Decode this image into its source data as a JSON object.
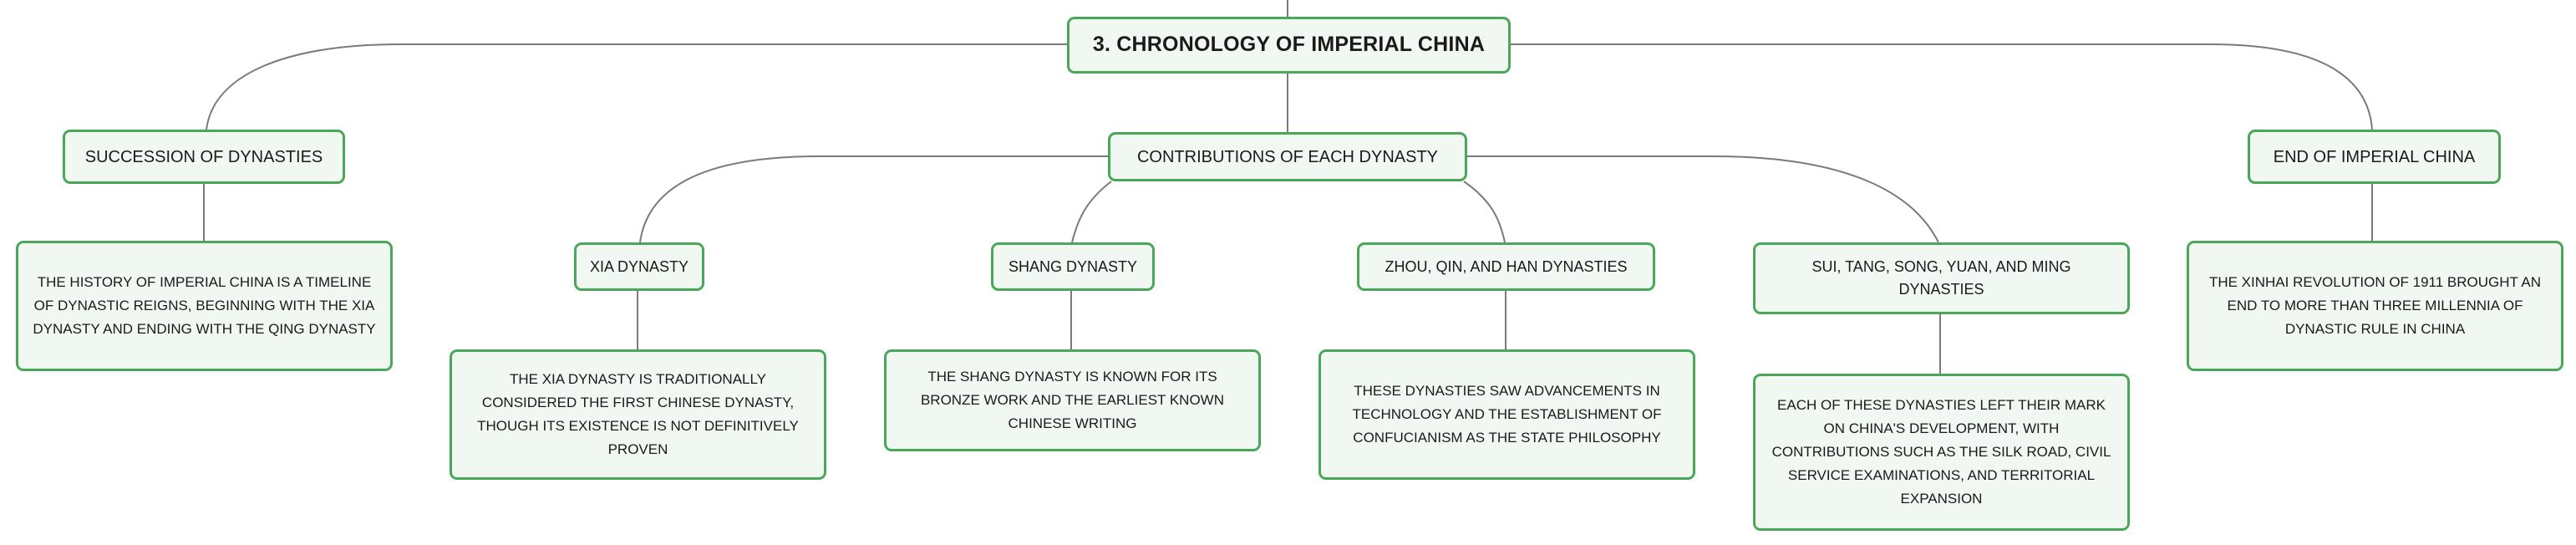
{
  "map": {
    "root": {
      "title": "3. CHRONOLOGY OF IMPERIAL CHINA"
    },
    "succession": {
      "title": "SUCCESSION OF DYNASTIES",
      "description": "THE HISTORY OF IMPERIAL CHINA IS A TIMELINE OF DYNASTIC REIGNS, BEGINNING WITH THE XIA DYNASTY AND ENDING WITH THE QING DYNASTY"
    },
    "contributions": {
      "title": "CONTRIBUTIONS OF EACH DYNASTY",
      "children": [
        {
          "title": "XIA DYNASTY",
          "description": "THE XIA DYNASTY IS TRADITIONALLY CONSIDERED THE FIRST CHINESE DYNASTY, THOUGH ITS EXISTENCE IS NOT DEFINITIVELY PROVEN"
        },
        {
          "title": "SHANG DYNASTY",
          "description": "THE SHANG DYNASTY IS KNOWN FOR ITS BRONZE WORK AND THE EARLIEST KNOWN CHINESE WRITING"
        },
        {
          "title": "ZHOU, QIN, AND HAN DYNASTIES",
          "description": "THESE DYNASTIES SAW ADVANCEMENTS IN TECHNOLOGY AND THE ESTABLISHMENT OF CONFUCIANISM AS THE STATE PHILOSOPHY"
        },
        {
          "title": "SUI, TANG, SONG, YUAN, AND MING DYNASTIES",
          "description": "EACH OF THESE DYNASTIES LEFT THEIR MARK ON CHINA'S DEVELOPMENT, WITH CONTRIBUTIONS SUCH AS THE SILK ROAD, CIVIL SERVICE EXAMINATIONS, AND TERRITORIAL EXPANSION"
        }
      ]
    },
    "end": {
      "title": "END OF IMPERIAL CHINA",
      "description": "THE XINHAI REVOLUTION OF 1911 BROUGHT AN END TO MORE THAN THREE MILLENNIA OF DYNASTIC RULE IN CHINA"
    }
  },
  "colors": {
    "node_fill": "#f1f8f1",
    "node_border": "#4aa75a",
    "connector": "#7a7a7a",
    "text": "#1a1a1a"
  }
}
